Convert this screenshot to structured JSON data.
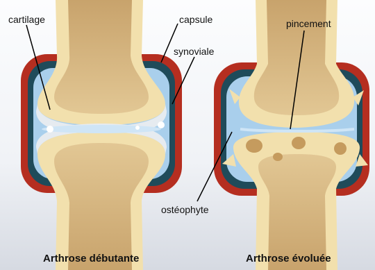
{
  "labels": {
    "cartilage": "cartilage",
    "capsule": "capsule",
    "synoviale": "synoviale",
    "pincement": "pincement",
    "osteophyte": "ostéophyte"
  },
  "captions": {
    "early": "Arthrose débutante",
    "advanced": "Arthrose évoluée"
  },
  "colors": {
    "background_top": "#fbfcfd",
    "background_bottom": "#d9dde4",
    "capsule": "#b52e20",
    "synovial_dark": "#1f4b5a",
    "synovial_fluid": "#a9cfec",
    "bone_shell": "#f2e0ad",
    "bone_marrow": "#d9b884",
    "cartilage": "#e6ebf0"
  }
}
